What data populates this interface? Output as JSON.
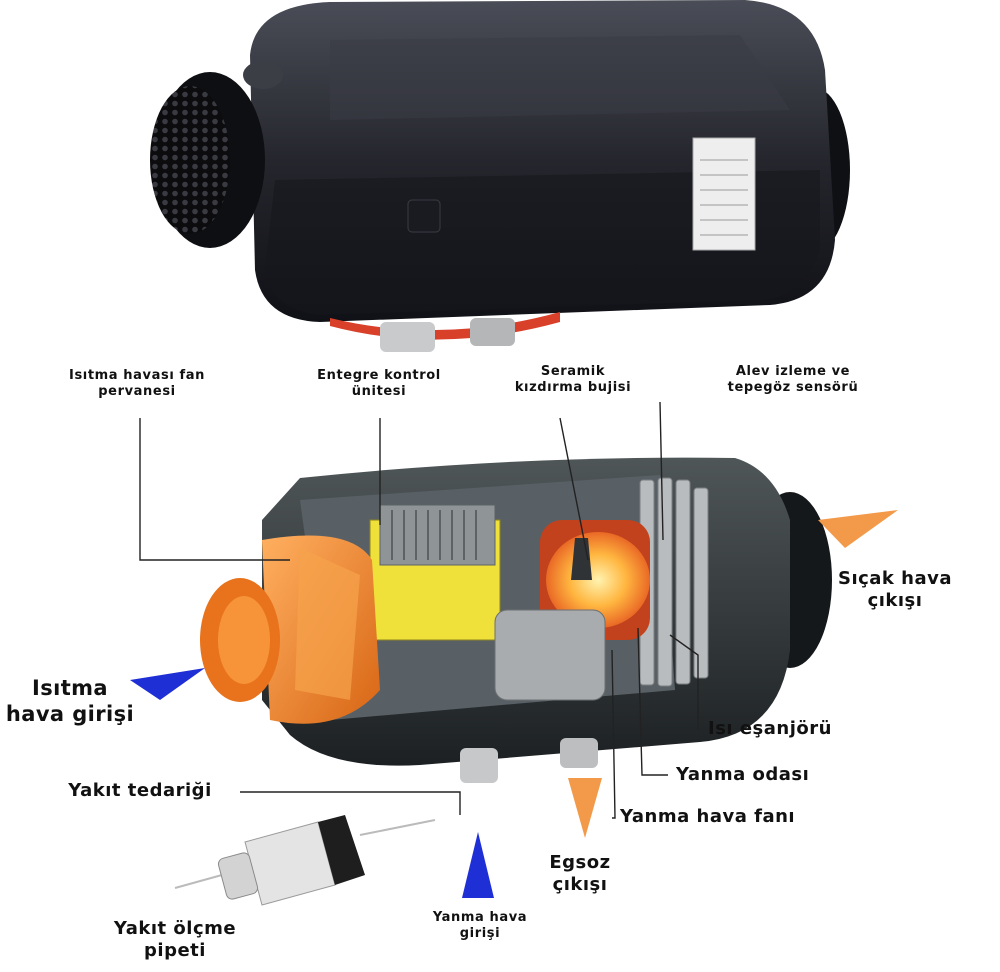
{
  "labels": {
    "fan_propeller": [
      "Isıtma havası fan",
      "pervanesi"
    ],
    "control_unit": [
      "Entegre kontrol",
      "ünitesi"
    ],
    "glow_plug": [
      "Seramik",
      "kızdırma bujisi"
    ],
    "flame_sensor": [
      "Alev izleme ve",
      "tepegöz sensörü"
    ],
    "hot_air_outlet": [
      "Sıçak hava",
      "çıkışı"
    ],
    "heating_air_inlet": [
      "Isıtma",
      "hava girişi"
    ],
    "heat_exchanger": "Isı eşanjörü",
    "combustion_chamber": "Yanma odası",
    "combustion_fan": "Yanma hava fanı",
    "fuel_supply": "Yakıt tedariği",
    "exhaust": [
      "Egsoz",
      "çıkışı"
    ],
    "combustion_air_inlet": [
      "Yanma hava",
      "girişi"
    ],
    "fuel_pump": [
      "Yakıt ölçme",
      "pipeti"
    ]
  },
  "colors": {
    "body": "#2e3336",
    "orange": "#f07f23",
    "blue_arrow": "#1f2fd6",
    "orange_arrow": "#f39a4a",
    "leader": "#222222"
  }
}
